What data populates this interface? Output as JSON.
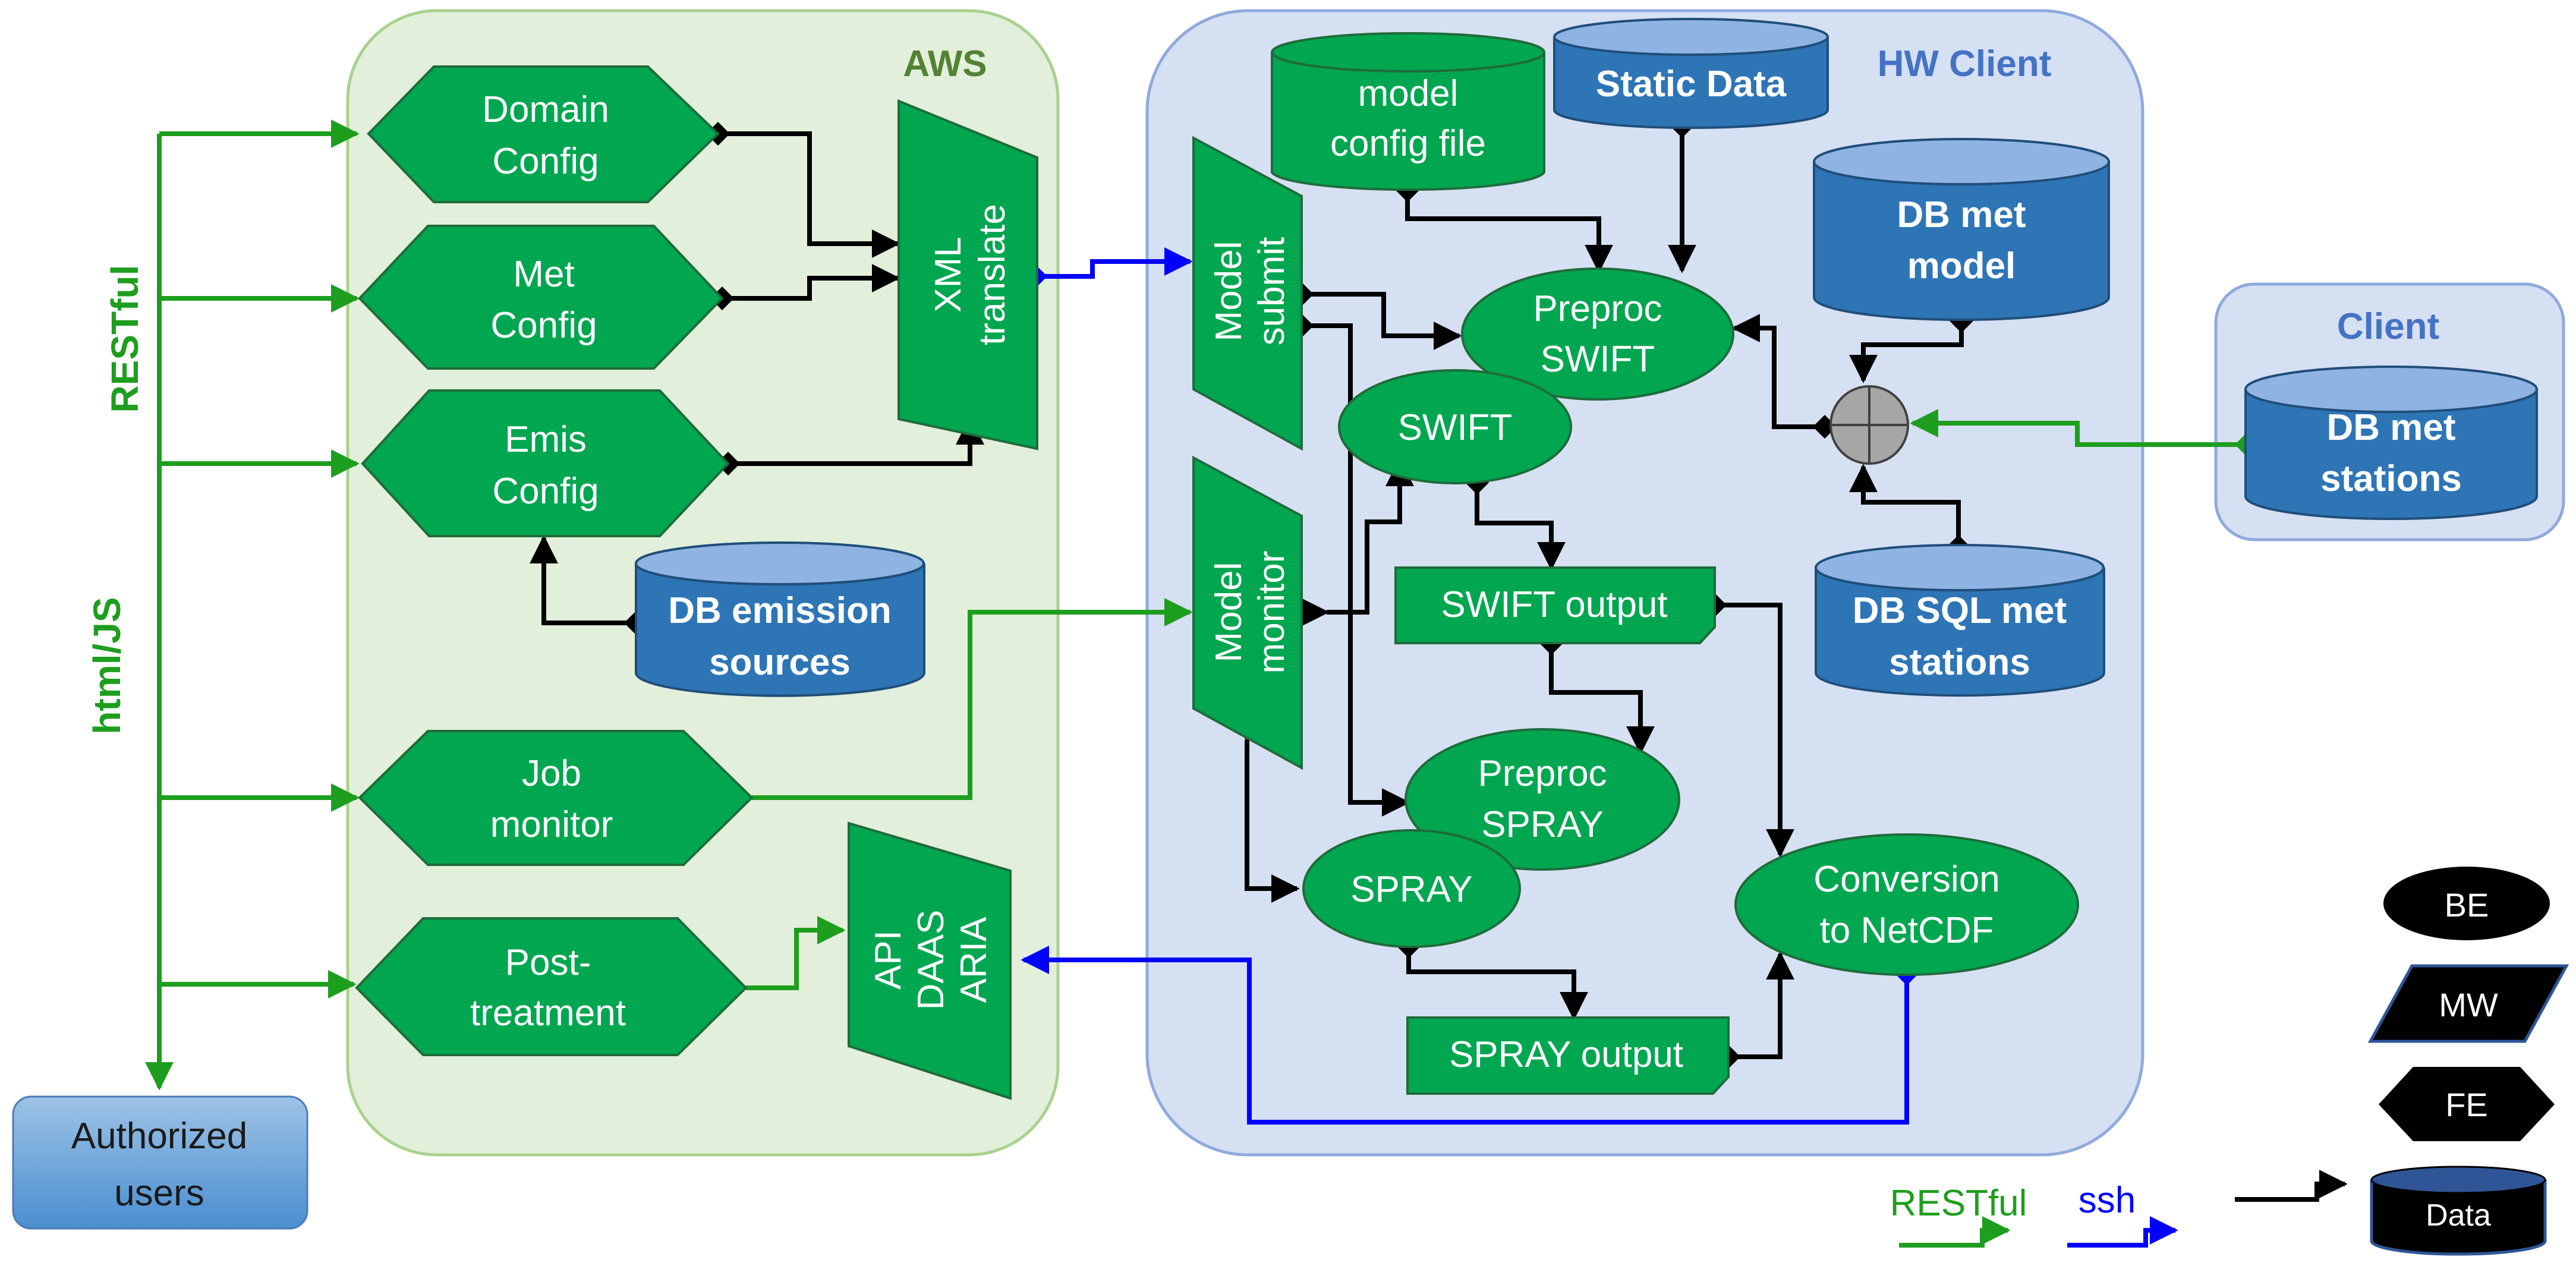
{
  "colors": {
    "green": "#00a650",
    "green_stroke": "#1f6b3a",
    "blue_db": "#2e75b6",
    "blue_db_top": "#8fb4e3",
    "aws_panel": "#e2efda",
    "aws_border": "#a9d18e",
    "client_panel": "#d6e0f3",
    "client_border": "#8faadc",
    "restful_line": "#1e9e1e",
    "ssh_line": "#0000ff",
    "data_line": "#000000"
  },
  "panels": {
    "aws": "AWS",
    "hw_client": "HW Client",
    "client": "Client"
  },
  "side_labels": {
    "restful": "RESTful",
    "htmljs": "html/JS"
  },
  "users": [
    "Authorized",
    "users"
  ],
  "aws_nodes": {
    "domain_config": [
      "Domain",
      "Config"
    ],
    "met_config": [
      "Met",
      "Config"
    ],
    "emis_config": [
      "Emis",
      "Config"
    ],
    "job_monitor": [
      "Job",
      "monitor"
    ],
    "post_treatment": [
      "Post-",
      "treatment"
    ],
    "xml_translate": [
      "XML",
      "translate"
    ],
    "api": [
      "API",
      "DAAS",
      "ARIA"
    ],
    "db_emission": [
      "DB emission",
      "sources"
    ]
  },
  "hw_nodes": {
    "model_config_file": [
      "model",
      "config file"
    ],
    "static_data": "Static Data",
    "db_met_model": [
      "DB met",
      "model"
    ],
    "model_submit": [
      "Model",
      "submit"
    ],
    "model_monitor": [
      "Model",
      "monitor"
    ],
    "preproc_swift": [
      "Preproc",
      "SWIFT"
    ],
    "swift": "SWIFT",
    "swift_output": "SWIFT output",
    "preproc_spray": [
      "Preproc",
      "SPRAY"
    ],
    "spray": "SPRAY",
    "spray_output": "SPRAY output",
    "conversion": [
      "Conversion",
      "to NetCDF"
    ],
    "db_sql_met": [
      "DB SQL met",
      "stations"
    ]
  },
  "client_nodes": {
    "db_met_stations": [
      "DB met",
      "stations"
    ]
  },
  "legend": {
    "restful": "RESTful",
    "ssh": "ssh",
    "be": "BE",
    "mw": "MW",
    "fe": "FE",
    "data": "Data"
  }
}
